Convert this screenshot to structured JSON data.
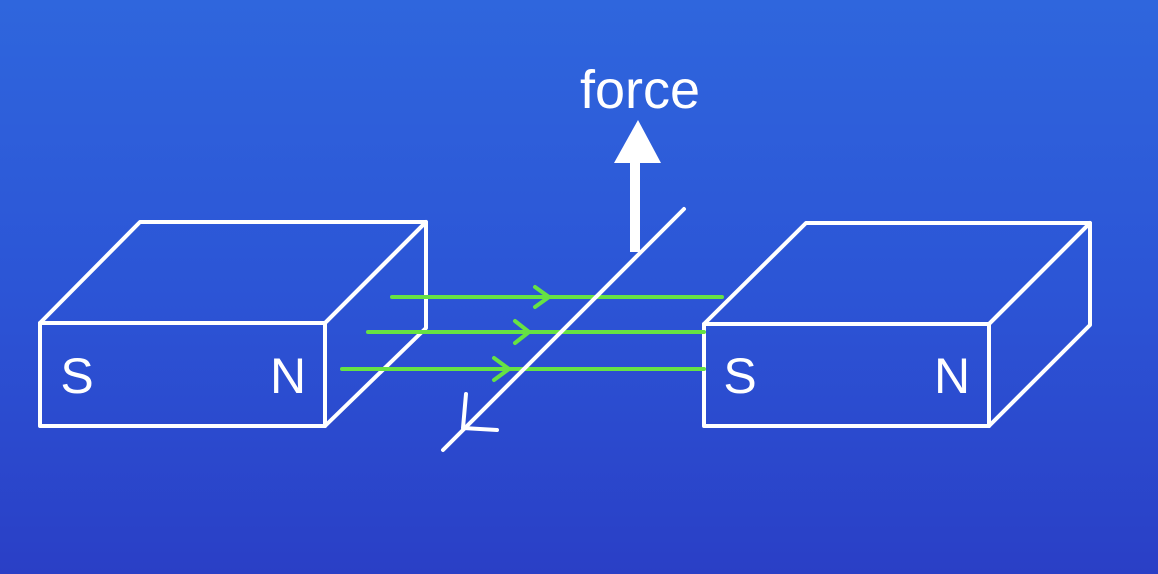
{
  "labels": {
    "force": "force",
    "left_magnet_s": "S",
    "left_magnet_n": "N",
    "right_magnet_s": "S",
    "right_magnet_n": "N"
  },
  "colors": {
    "background": "#2c55d6",
    "outline": "#ffffff",
    "field_lines": "#66e244"
  }
}
